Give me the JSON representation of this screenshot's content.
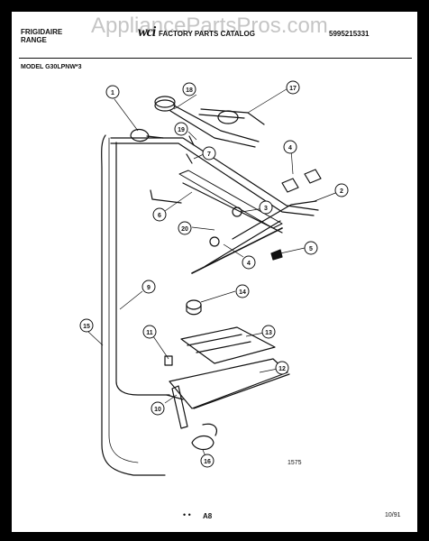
{
  "header": {
    "brand_line1": "FRIGIDAIRE",
    "brand_line2": "RANGE",
    "logo": "wci",
    "catalog_title": "FACTORY PARTS CATALOG",
    "part_number": "5995215331",
    "watermark": "AppliancePartsPros.com"
  },
  "model": "MODEL G30LPNW*3",
  "callouts": [
    "1",
    "2",
    "3",
    "4",
    "4",
    "5",
    "6",
    "7",
    "9",
    "10",
    "11",
    "12",
    "13",
    "14",
    "15",
    "16",
    "17",
    "18",
    "19",
    "20"
  ],
  "figure_number": "1575",
  "page_dots": "• •",
  "page_label": "A8",
  "date": "10/91",
  "colors": {
    "ink": "#111111",
    "paper": "#ffffff",
    "border": "#000000"
  }
}
